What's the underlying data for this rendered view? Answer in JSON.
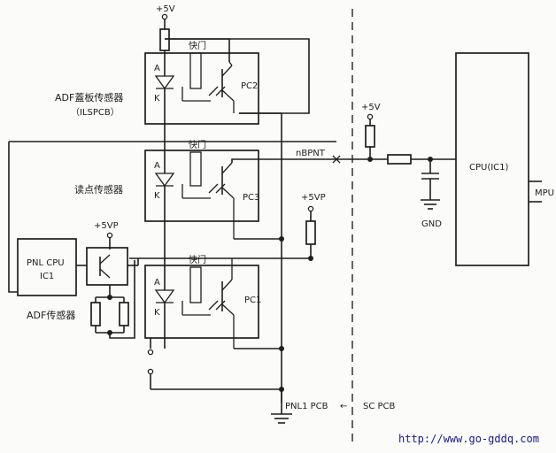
{
  "supply_labels": {
    "top": "+5V",
    "mid": "+5V",
    "p1": "+5VP",
    "p2": "+5VP"
  },
  "shutter_labels": [
    "快门",
    "快门",
    "快门"
  ],
  "anode_labels": [
    "A",
    "A",
    "A"
  ],
  "cathode_labels": [
    "K",
    "K",
    "K"
  ],
  "phototransistor_labels": [
    "PC2",
    "PC3",
    "PC1"
  ],
  "sensors": {
    "adf_cover": "ADF蓋板传感器",
    "adf_cover_sub": "（ILSPCB）",
    "read_point": "读点传感器",
    "adf": "ADF传感器"
  },
  "pnl_cpu": {
    "line1": "PNL CPU",
    "line2": "IC1"
  },
  "cpu": "CPU(IC1)",
  "mpu": "MPU",
  "signal": "nBPNT",
  "gnd": "GND",
  "pcb_left": "PNL1 PCB",
  "pcb_arrow": "←",
  "pcb_right": "SC PCB",
  "watermark": "http://www.go-gddq.com"
}
